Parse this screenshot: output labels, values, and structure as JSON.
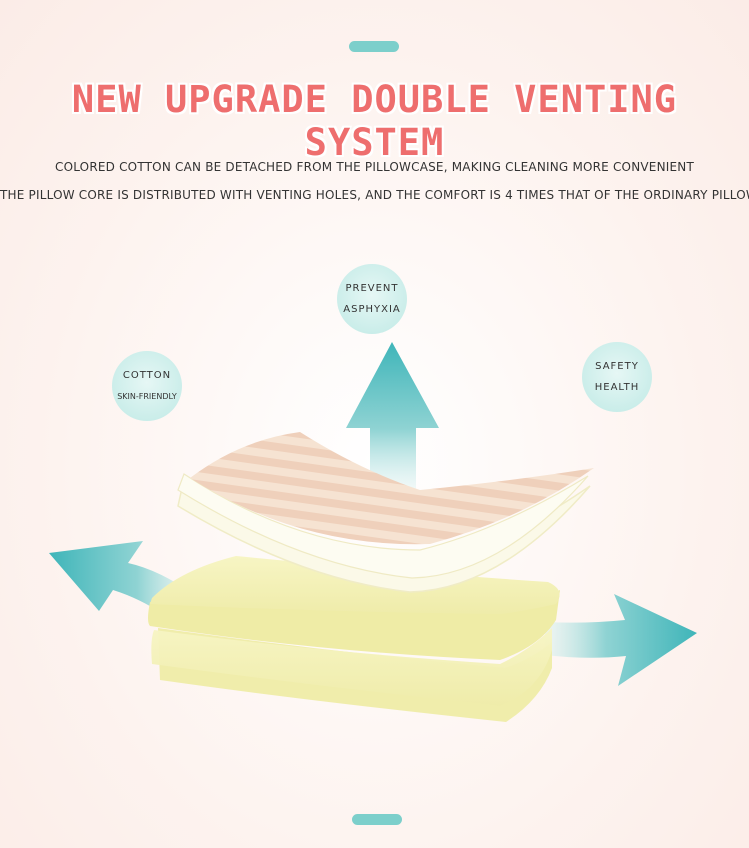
{
  "heading": "NEW UPGRADE DOUBLE VENTING SYSTEM",
  "description": {
    "line1": "COLORED COTTON CAN BE DETACHED FROM THE PILLOWCASE, MAKING CLEANING MORE CONVENIENT",
    "line2": "THE PILLOW CORE IS DISTRIBUTED WITH VENTING HOLES, AND THE COMFORT IS 4 TIMES THAT OF THE ORDINARY PILLOW."
  },
  "features": [
    {
      "line1": "COTTON",
      "line2": "SKIN-FRIENDLY"
    },
    {
      "line1": "PREVENT",
      "line2": "ASPHYXIA"
    },
    {
      "line1": "SAFETY",
      "line2": "HEALTH"
    }
  ],
  "colors": {
    "heading": "#ee6e6e",
    "accent": "#7ccfcb",
    "arrow": "#4fbcbf",
    "foam": "#f4f2b4",
    "cotton": "#f3dcc8"
  }
}
